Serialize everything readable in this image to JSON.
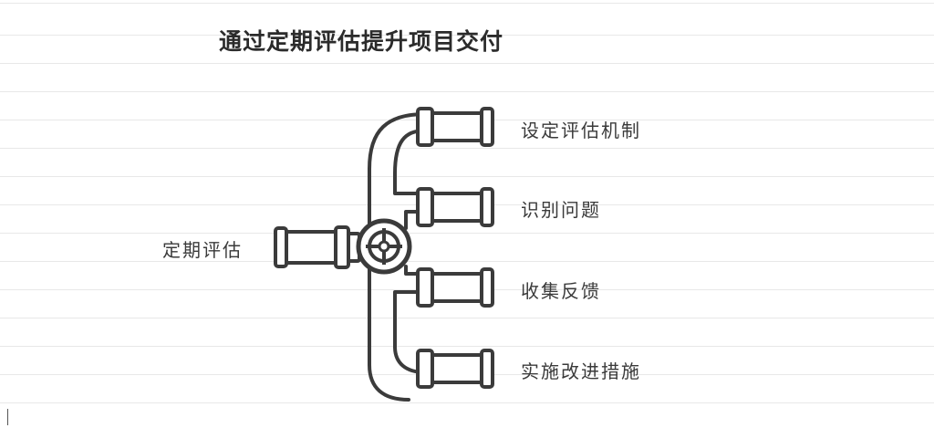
{
  "title": "通过定期评估提升项目交付",
  "input_label": "定期评估",
  "outputs": [
    {
      "label": "设定评估机制"
    },
    {
      "label": "识别问题"
    },
    {
      "label": "收集反馈"
    },
    {
      "label": "实施改进措施"
    }
  ],
  "colors": {
    "stroke": "#3b3b3b",
    "pipe_fill": "#ffffff",
    "text": "#333333"
  },
  "icons": [
    "pipe-manifold-icon",
    "valve-wheel-icon"
  ]
}
